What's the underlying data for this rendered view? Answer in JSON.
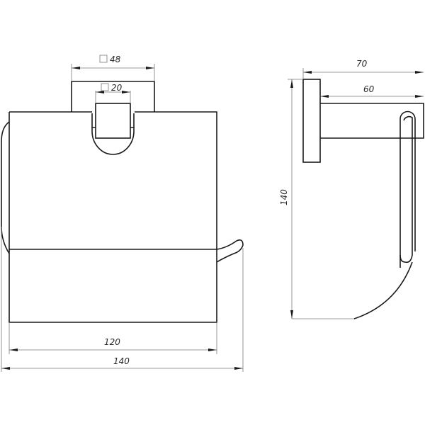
{
  "drawing": {
    "title": "Toilet paper holder with cover — dimensional drawing",
    "units": "mm",
    "views": [
      "front-view",
      "side-view"
    ],
    "colors": {
      "line": "#1a1a1a",
      "dimension_line": "#7a7a7a",
      "background": "#ffffff"
    }
  },
  "front_view": {
    "dimensions": {
      "mount_plate": {
        "symbol": "square",
        "value": "48"
      },
      "arm_section": {
        "symbol": "square",
        "value": "20"
      },
      "cover_width": {
        "value": "120"
      },
      "overall_width": {
        "value": "140"
      }
    }
  },
  "side_view": {
    "dimensions": {
      "overall_depth": {
        "value": "70"
      },
      "arm_length": {
        "value": "60"
      },
      "overall_height": {
        "value": "140"
      }
    }
  }
}
